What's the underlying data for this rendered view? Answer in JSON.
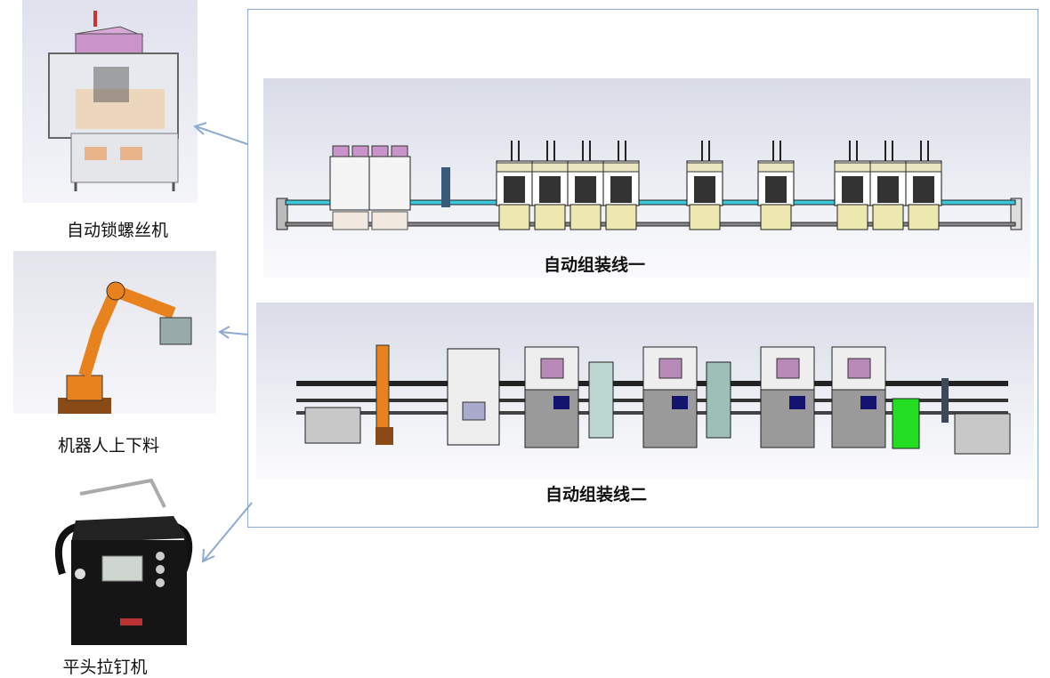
{
  "machines": [
    {
      "label": "自动锁螺丝机",
      "icon": "screw-locking-machine"
    },
    {
      "label": "机器人上下料",
      "icon": "robot-arm"
    },
    {
      "label": "平头拉钉机",
      "icon": "rivet-machine"
    }
  ],
  "lines": [
    {
      "label": "自动组装线一"
    },
    {
      "label": "自动组装线二"
    }
  ],
  "colors": {
    "frame": "#8eaad0",
    "arrow": "#8eaad0",
    "conveyor": "#3cc8d8",
    "robot": "#e8821e"
  }
}
